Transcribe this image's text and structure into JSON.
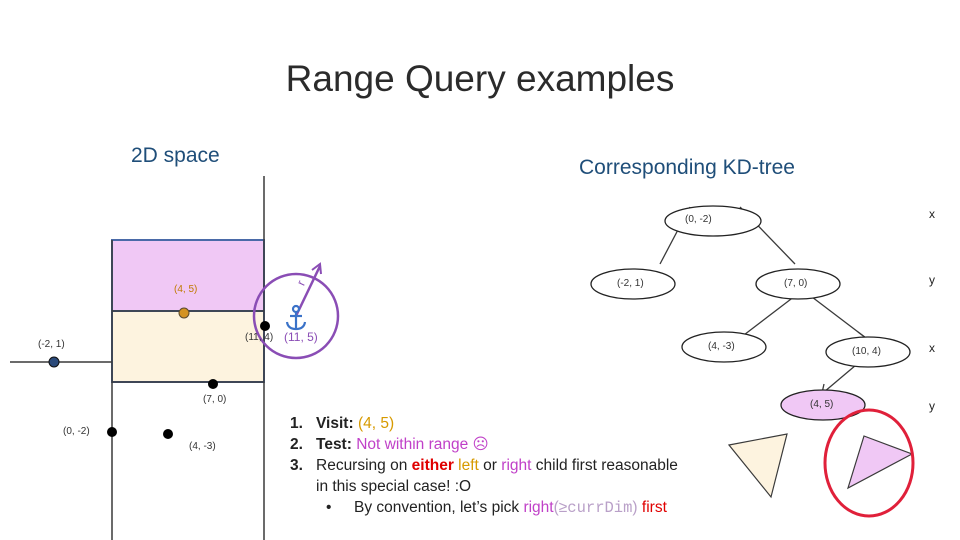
{
  "title": "Range Query examples",
  "left_heading": "2D space",
  "right_heading": "Corresponding KD-tree",
  "points": {
    "p1": "(4, 5)",
    "p2": "(-2, 1)",
    "p3": "(11, 4)",
    "p4": "(7, 0)",
    "p5": "(0, -2)",
    "p6": "(4, -3)"
  },
  "query_label": "(11, 5)",
  "radius_label": "r",
  "tree": {
    "root": "(0, -2)",
    "l1_left": "(-2, 1)",
    "l1_right": "(7, 0)",
    "l2_left": "(4, -3)",
    "l2_right": "(10, 4)",
    "l3": "(4, 5)"
  },
  "axes": [
    "x",
    "y",
    "x",
    "y"
  ],
  "steps": {
    "s1_num": "1.",
    "s1_head": "Visit:",
    "s1_val": "(4, 5)",
    "s2_num": "2.",
    "s2_head": "Test:",
    "s2_val": "Not within range",
    "s2_emoji": "☹",
    "s3_num": "3.",
    "s3_pre": "Recursing on",
    "s3_either": "either",
    "s3_left": "left",
    "s3_or": "or",
    "s3_right": "right",
    "s3_post": "child first reasonable",
    "s3_line2": "in this special case! :O",
    "bullet": "•",
    "sub_pre": "By convention, let’s pick",
    "sub_right": "right",
    "sub_paren_open": "(",
    "sub_ge": "≥",
    "sub_code": "currDim",
    "sub_paren_close": ")",
    "sub_first": "first"
  },
  "colors": {
    "region_pink": "#f0c8f5",
    "region_cream": "#fdf3df",
    "rect_border": "#4a6aa8",
    "circle_purple": "#8a4db5",
    "anchor_blue": "#3a72c8",
    "highlight_red": "#e0203a",
    "orange_point": "#d49322",
    "navy_point": "#2b4a7a"
  }
}
